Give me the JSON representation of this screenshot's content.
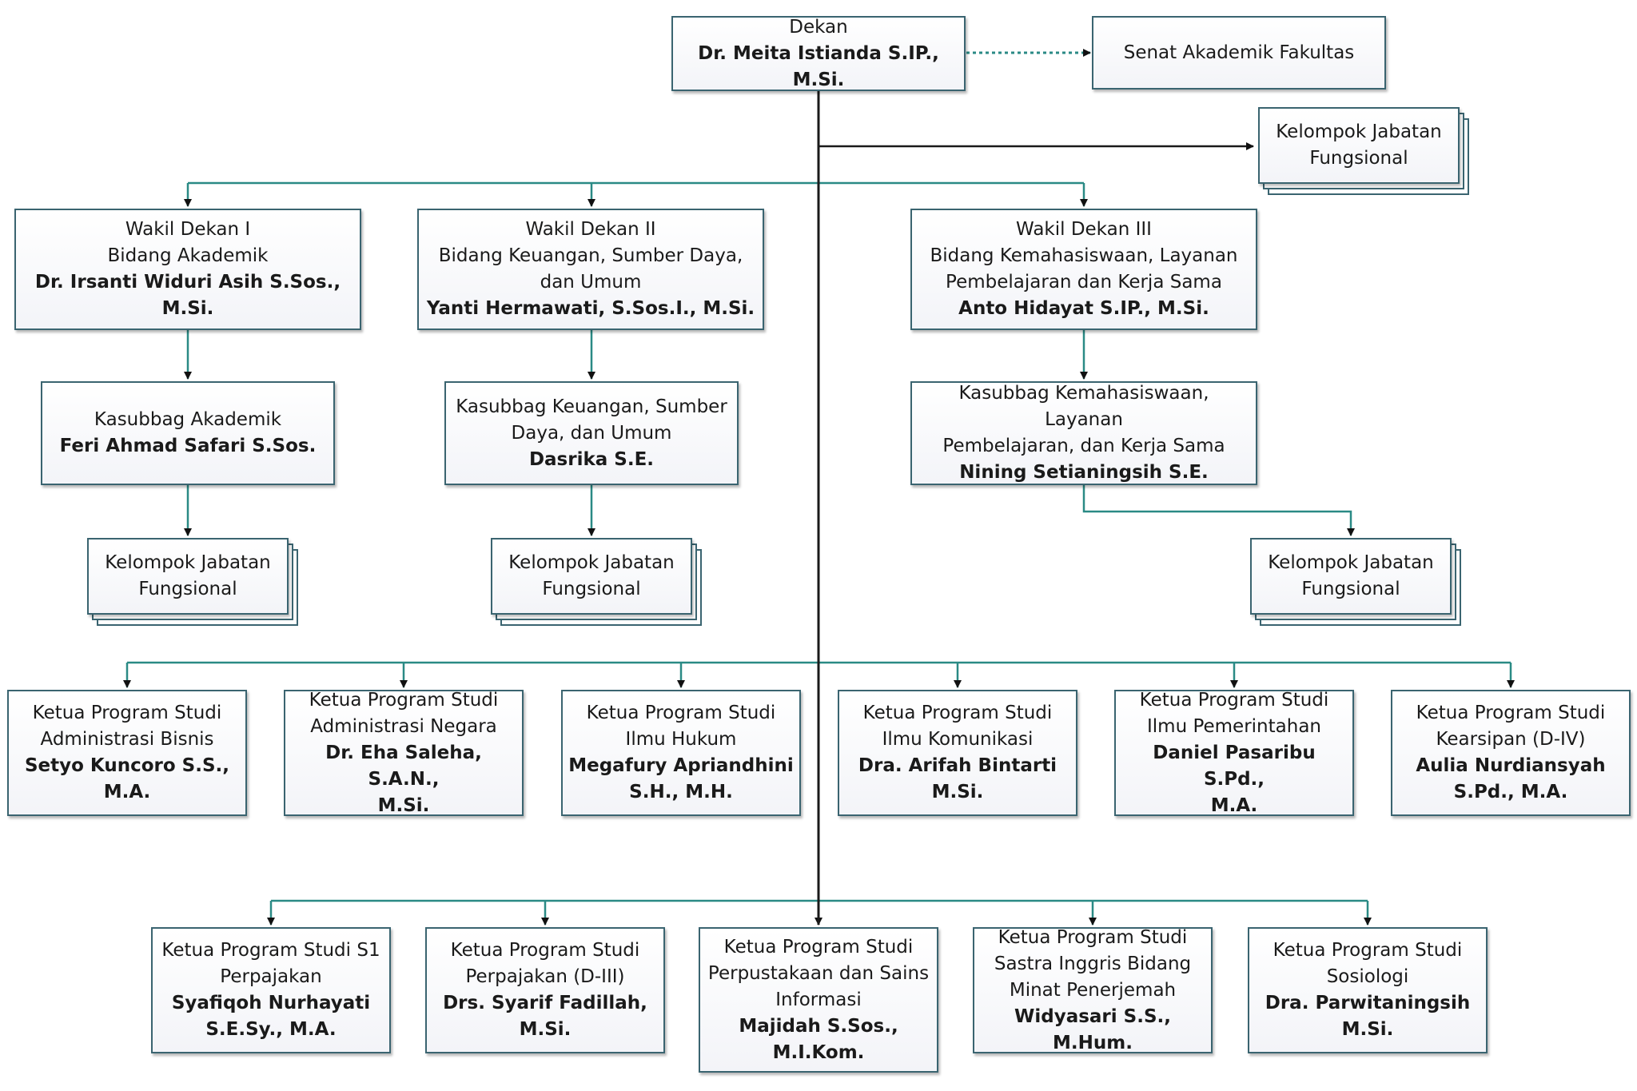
{
  "dean": {
    "title": "Dekan",
    "name": "Dr. Meita Istianda S.IP., M.Si."
  },
  "senate": {
    "label": "Senat Akademik Fakultas"
  },
  "functional_top": {
    "line1": "Kelompok Jabatan",
    "line2": "Fungsional"
  },
  "vd1": {
    "l1": "Wakil Dekan I",
    "l2": "Bidang Akademik",
    "name": "Dr. Irsanti Widuri Asih S.Sos., M.Si."
  },
  "vd2": {
    "l1": "Wakil Dekan II",
    "l2": "Bidang Keuangan, Sumber Daya,",
    "l3": "dan Umum",
    "name": "Yanti Hermawati, S.Sos.I., M.Si."
  },
  "vd3": {
    "l1": "Wakil Dekan III",
    "l2": "Bidang Kemahasiswaan, Layanan",
    "l3": "Pembelajaran dan Kerja Sama",
    "name": "Anto Hidayat S.IP., M.Si."
  },
  "kas1": {
    "l1": "Kasubbag Akademik",
    "name": "Feri Ahmad Safari S.Sos."
  },
  "kas2": {
    "l1": "Kasubbag Keuangan, Sumber",
    "l2": "Daya, dan Umum",
    "name": "Dasrika S.E."
  },
  "kas3": {
    "l1": "Kasubbag Kemahasiswaan, Layanan",
    "l2": "Pembelajaran, dan Kerja Sama",
    "name": "Nining Setianingsih S.E."
  },
  "functional_label": {
    "line1": "Kelompok Jabatan",
    "line2": "Fungsional"
  },
  "prodi_row1": [
    {
      "l1": "Ketua Program Studi",
      "l2": "Administrasi Bisnis",
      "n1": "Setyo Kuncoro S.S.,",
      "n2": "M.A."
    },
    {
      "l1": "Ketua Program Studi",
      "l2": "Administrasi Negara",
      "n1": "Dr. Eha Saleha, S.A.N.,",
      "n2": "M.Si."
    },
    {
      "l1": "Ketua Program Studi",
      "l2": "Ilmu Hukum",
      "n1": "Megafury Apriandhini",
      "n2": "S.H., M.H."
    },
    {
      "l1": "Ketua Program Studi",
      "l2": "Ilmu Komunikasi",
      "n1": "Dra. Arifah Bintarti",
      "n2": "M.Si."
    },
    {
      "l1": "Ketua Program Studi",
      "l2": "Ilmu Pemerintahan",
      "n1": "Daniel Pasaribu S.Pd.,",
      "n2": "M.A."
    },
    {
      "l1": "Ketua Program Studi",
      "l2": "Kearsipan (D-IV)",
      "n1": "Aulia Nurdiansyah",
      "n2": "S.Pd., M.A."
    }
  ],
  "prodi_row2": [
    {
      "l1": "Ketua Program Studi S1",
      "l2": "Perpajakan",
      "l3": "",
      "n1": "Syafiqoh Nurhayati",
      "n2": "S.E.Sy., M.A."
    },
    {
      "l1": "Ketua Program Studi",
      "l2": "Perpajakan (D-III)",
      "l3": "",
      "n1": "Drs. Syarif Fadillah, M.Si.",
      "n2": ""
    },
    {
      "l1": "Ketua Program Studi",
      "l2": "Perpustakaan dan Sains",
      "l3": "Informasi",
      "n1": "Majidah S.Sos.,",
      "n2": "M.I.Kom."
    },
    {
      "l1": "Ketua Program Studi",
      "l2": "Sastra Inggris Bidang",
      "l3": "Minat Penerjemah",
      "n1": "Widyasari S.S., M.Hum.",
      "n2": ""
    },
    {
      "l1": "Ketua Program Studi",
      "l2": "Sosiologi",
      "l3": "",
      "n1": "Dra. Parwitaningsih",
      "n2": "M.Si."
    }
  ],
  "colors": {
    "connector": "#2a8a85",
    "trunk": "#1a1a1a",
    "border": "#3a6470"
  }
}
